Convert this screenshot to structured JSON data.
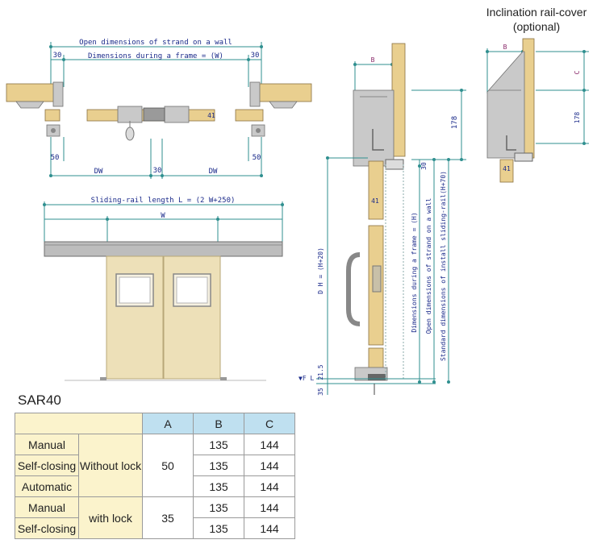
{
  "model": "SAR40",
  "inclination": {
    "title": "Inclination rail-cover",
    "subtitle": "(optional)",
    "dim_b": "B",
    "dim_c": "C",
    "dim_178": "178",
    "dim_41": "41"
  },
  "top_view": {
    "open_dim_label": "Open dimensions of strand on a wall",
    "frame_dim_label": "Dimensions during a frame = (W)",
    "dim_30_left": "30",
    "dim_30_right": "30",
    "dim_50_left": "50",
    "dim_50_right": "50",
    "dim_30_center": "30",
    "dw_left": "DW",
    "dw_right": "DW",
    "dim_41": "41"
  },
  "front_view": {
    "rail_length_label": "Sliding-rail length  L = (2 W+250)",
    "w_label": "W"
  },
  "side_view": {
    "dim_b": "B",
    "dim_178": "178",
    "dim_30": "30",
    "dim_41": "41",
    "dh_label": "D H = (H+20)",
    "frame_h_label": "Dimensions during a frame = (H)",
    "open_h_label": "Open dimensions of strand on a wall",
    "std_h_label": "Standard dimensions of install sliding-rail(H+70)",
    "fl_label": "▼F L",
    "dim_215": "21.5",
    "dim_35": "35"
  },
  "table": {
    "headers": [
      "A",
      "B",
      "C"
    ],
    "groups": [
      {
        "lock": "Without lock",
        "a": "50",
        "rows": [
          {
            "type": "Manual",
            "b": "135",
            "c": "144"
          },
          {
            "type": "Self-closing",
            "b": "135",
            "c": "144"
          },
          {
            "type": "Automatic",
            "b": "135",
            "c": "144"
          }
        ]
      },
      {
        "lock": "with lock",
        "a": "35",
        "rows": [
          {
            "type": "Manual",
            "b": "135",
            "c": "144"
          },
          {
            "type": "Self-closing",
            "b": "135",
            "c": "144"
          }
        ]
      }
    ]
  }
}
